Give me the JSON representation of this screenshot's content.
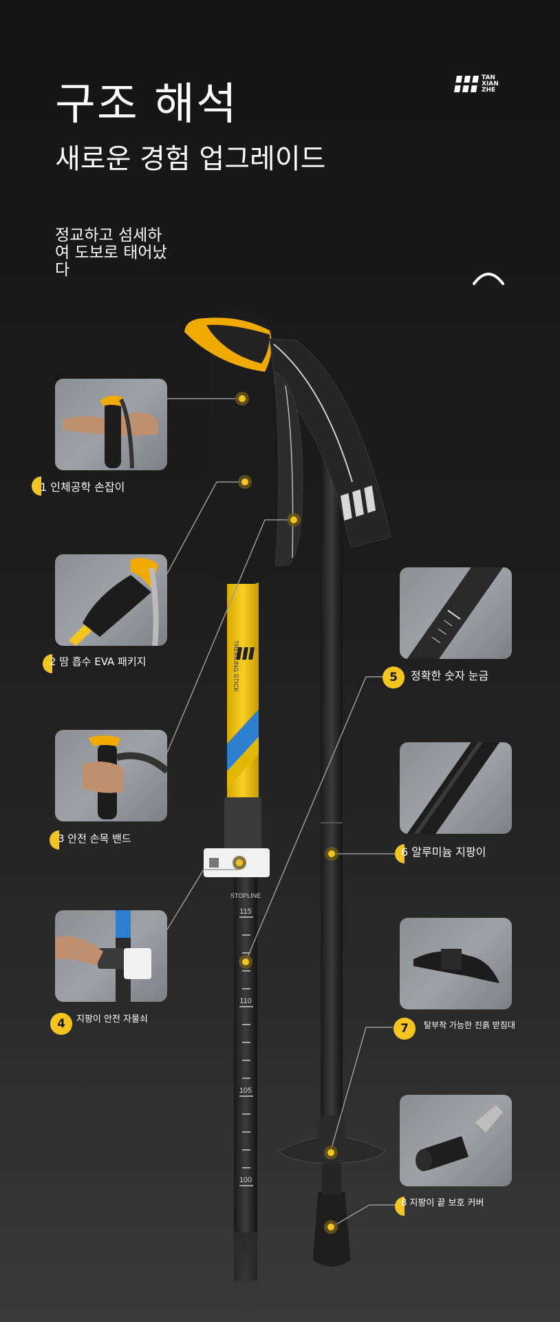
{
  "header": {
    "title": "구조 해석",
    "subtitle": "새로운 경험 업그레이드",
    "tagline": "정교하고 섬세하여 도보로 태어났다",
    "brand_lines": [
      "TAN",
      "XIAN",
      "ZHE"
    ]
  },
  "features": [
    {
      "label": "1 인체공학 손잡이"
    },
    {
      "label": "2 땀 흡수 EVA 패키지"
    },
    {
      "label": "3 안전 손목 밴드"
    },
    {
      "number": "4",
      "label": "지팡이 안전 자물쇠"
    },
    {
      "number": "5",
      "label": "정확한 숫자 눈금"
    },
    {
      "label": "6 알루미늄 지팡이"
    },
    {
      "number": "7",
      "label": "탈부착 가능한 진흙 받침대"
    },
    {
      "label": "8 지팡이 끝 보호 커버"
    }
  ],
  "pole": {
    "scale_marks": [
      "115",
      "110",
      "105",
      "100"
    ],
    "stop_line": "STOPLINE",
    "shaft_text": "TREKKING STICK"
  },
  "colors": {
    "accent": "#f5c41d",
    "background": "#1b1b1b",
    "thumb": "#9a9ea2"
  }
}
